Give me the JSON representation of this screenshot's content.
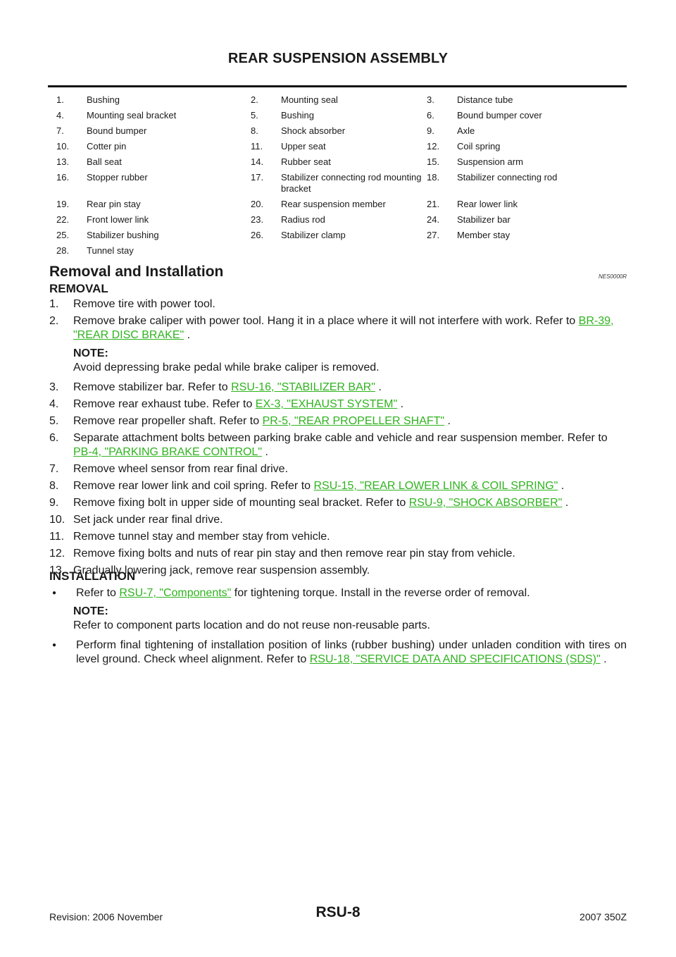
{
  "header": {
    "title": "REAR SUSPENSION ASSEMBLY"
  },
  "legend": [
    [
      [
        "1.",
        "Bushing"
      ],
      [
        "2.",
        "Mounting seal"
      ],
      [
        "3.",
        "Distance tube"
      ]
    ],
    [
      [
        "4.",
        "Mounting seal bracket"
      ],
      [
        "5.",
        "Bushing"
      ],
      [
        "6.",
        "Bound bumper cover"
      ]
    ],
    [
      [
        "7.",
        "Bound bumper"
      ],
      [
        "8.",
        "Shock absorber"
      ],
      [
        "9.",
        "Axle"
      ]
    ],
    [
      [
        "10.",
        "Cotter pin"
      ],
      [
        "11.",
        "Upper seat"
      ],
      [
        "12.",
        "Coil spring"
      ]
    ],
    [
      [
        "13.",
        "Ball seat"
      ],
      [
        "14.",
        "Rubber seat"
      ],
      [
        "15.",
        "Suspension arm"
      ]
    ],
    [
      [
        "16.",
        "Stopper rubber"
      ],
      [
        "17.",
        "Stabilizer connecting rod mounting bracket"
      ],
      [
        "18.",
        "Stabilizer connecting rod"
      ]
    ],
    [
      [
        "19.",
        "Rear pin stay"
      ],
      [
        "20.",
        "Rear suspension member"
      ],
      [
        "21.",
        "Rear lower link"
      ]
    ],
    [
      [
        "22.",
        "Front lower link"
      ],
      [
        "23.",
        "Radius rod"
      ],
      [
        "24.",
        "Stabilizer bar"
      ]
    ],
    [
      [
        "25.",
        "Stabilizer bushing"
      ],
      [
        "26.",
        "Stabilizer clamp"
      ],
      [
        "27.",
        "Member stay"
      ]
    ],
    [
      [
        "28.",
        "Tunnel stay"
      ],
      [
        "",
        ""
      ],
      [
        "",
        ""
      ]
    ]
  ],
  "section": {
    "title": "Removal and Installation",
    "code": "NES0000R"
  },
  "removal": {
    "heading": "REMOVAL",
    "s1": {
      "num": "1.",
      "text": "Remove tire with power tool."
    },
    "s2": {
      "num": "2.",
      "text": "Remove brake caliper with power tool. Hang it in a place where it will not interfere with work. Refer to ",
      "link": "BR-39, \"REAR DISC BRAKE\"",
      "after": " ."
    },
    "note1": {
      "label": "NOTE:",
      "text": "Avoid depressing brake pedal while brake caliper is removed."
    },
    "s3": {
      "num": "3.",
      "text": "Remove stabilizer bar. Refer to ",
      "link": "RSU-16, \"STABILIZER BAR\"",
      "after": " ."
    },
    "s4": {
      "num": "4.",
      "text": "Remove rear exhaust tube. Refer to ",
      "link": "EX-3, \"EXHAUST SYSTEM\"",
      "after": " ."
    },
    "s5": {
      "num": "5.",
      "text": "Remove rear propeller shaft. Refer to ",
      "link": "PR-5, \"REAR PROPELLER SHAFT\"",
      "after": " ."
    },
    "s6": {
      "num": "6.",
      "text": "Separate attachment bolts between parking brake cable and vehicle and rear suspension member. Refer to ",
      "link": "PB-4, \"PARKING BRAKE CONTROL\"",
      "after": " ."
    },
    "s7": {
      "num": "7.",
      "text": "Remove wheel sensor from rear final drive."
    },
    "s8": {
      "num": "8.",
      "text": "Remove rear lower link and coil spring. Refer to ",
      "link": "RSU-15, \"REAR LOWER LINK & COIL SPRING\"",
      "after": " ."
    },
    "s9": {
      "num": "9.",
      "text": "Remove fixing bolt in upper side of mounting seal bracket. Refer to ",
      "link": "RSU-9, \"SHOCK ABSORBER\"",
      "after": " ."
    },
    "s10": {
      "num": "10.",
      "text": "Set jack under rear final drive."
    },
    "s11": {
      "num": "11.",
      "text": "Remove tunnel stay and member stay from vehicle."
    },
    "s12": {
      "num": "12.",
      "text": "Remove fixing bolts and nuts of rear pin stay and then remove rear pin stay from vehicle."
    },
    "s13": {
      "num": "13.",
      "text": "Gradually lowering jack, remove rear suspension assembly."
    }
  },
  "installation": {
    "heading": "INSTALLATION",
    "b1": {
      "text": "Refer to ",
      "link": "RSU-7, \"Components\"",
      "after": "  for tightening torque. Install in the reverse order of removal."
    },
    "note2": {
      "label": "NOTE:",
      "text": "Refer to component parts location and do not reuse non-reusable parts."
    },
    "b2": {
      "text": "Perform final tightening of installation position of links (rubber bushing) under unladen condition with tires on level ground. Check wheel alignment. Refer to ",
      "link": "RSU-18, \"SERVICE DATA AND SPECIFICATIONS (SDS)\"",
      "after": " ."
    }
  },
  "footer": {
    "revision": "Revision: 2006 November",
    "page": "RSU-8",
    "model": "2007 350Z"
  }
}
